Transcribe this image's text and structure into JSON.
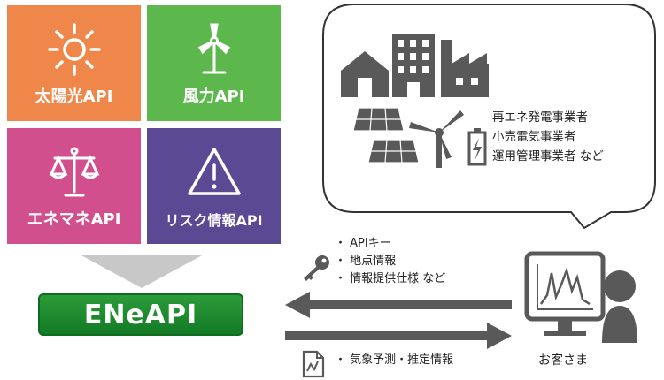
{
  "tiles": {
    "solar": "太陽光API",
    "wind": "風力API",
    "enemane": "エネマネAPI",
    "risk": "リスク情報API"
  },
  "core": {
    "label": "ENeAPI"
  },
  "users": {
    "lines": [
      "再エネ発電事業者",
      "小売電気事業者",
      "運用管理事業者 など"
    ]
  },
  "send_items": [
    "・ APIキー",
    "・ 地点情報",
    "・ 情報提供仕様 など"
  ],
  "receive_items": [
    "・ 気象予測・推定情報"
  ],
  "customer": {
    "label": "お客さま"
  },
  "colors": {
    "solar": "#f0874a",
    "wind": "#5cb74d",
    "enemane": "#d24f8e",
    "risk": "#5b4993",
    "core": "#1a8a2c",
    "icon_dark": "#595959",
    "arrow_gray": "#c8c8c8"
  },
  "icons": [
    "sun-icon",
    "wind-turbine-icon",
    "scales-icon",
    "warning-icon",
    "house-icon",
    "building-icon",
    "factory-icon",
    "solar-panel-icon",
    "battery-icon",
    "key-icon",
    "document-chart-icon",
    "monitor-chart-icon",
    "person-icon"
  ]
}
